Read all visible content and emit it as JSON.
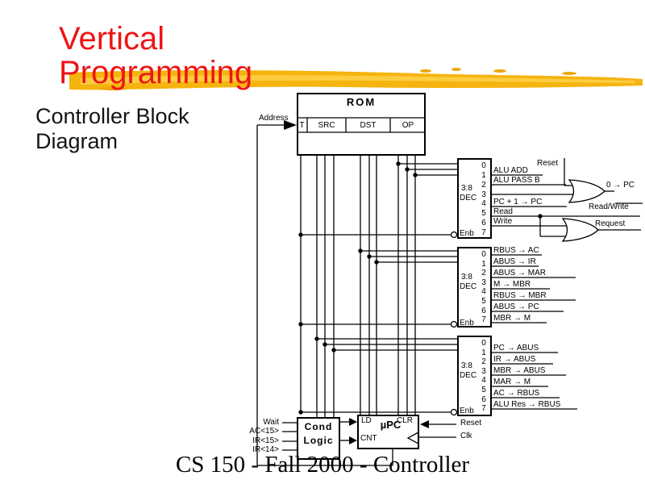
{
  "slide": {
    "title_line1": "Vertical",
    "title_line2": "Programming",
    "subtitle": "Controller Block Diagram",
    "footer": "CS 150 - Fall 2000 - Controller",
    "title_color": "#ee1414",
    "highlight_color": "#f5b40f"
  },
  "rom": {
    "title": "ROM",
    "fields": [
      "T",
      "SRC",
      "DST",
      "OP"
    ],
    "address_label": "Address"
  },
  "decoder_common": {
    "ratio": "3:8",
    "name": "DEC",
    "enb_label": "Enb",
    "digits": [
      "0",
      "1",
      "2",
      "3",
      "4",
      "5",
      "6",
      "7"
    ]
  },
  "decoders": {
    "op": {
      "labels": [
        "ALU ADD",
        "ALU PASS B",
        "PC + 1 → PC",
        "Read",
        "Write"
      ]
    },
    "dst": {
      "labels": [
        "RBUS → AC",
        "ABUS → IR",
        "ABUS → MAR",
        "M → MBR",
        "RBUS → MBR",
        "ABUS → PC",
        "MBR → M"
      ]
    },
    "src": {
      "labels": [
        "PC → ABUS",
        "IR → ABUS",
        "MBR → ABUS",
        "MAR → M",
        "AC → RBUS",
        "ALU Res → RBUS"
      ]
    }
  },
  "signals": {
    "reset_top": "Reset",
    "zero_to_pc": "0 → PC",
    "read_write": "Read/Write",
    "request": "Request",
    "reset_bottom": "Reset",
    "clk": "Clk"
  },
  "cond_logic": {
    "line1": "Cond",
    "line2": "Logic",
    "inputs": [
      "Wait",
      "AC<15>",
      "IR<15>",
      "IR<14>"
    ]
  },
  "upc": {
    "title": "µPC",
    "ld_label": "LD",
    "clr_label": "CLR",
    "cnt_label": "CNT"
  }
}
